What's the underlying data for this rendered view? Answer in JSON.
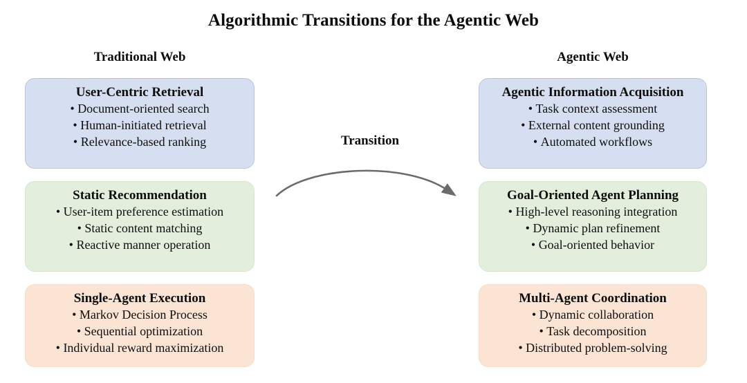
{
  "title": "Algorithmic Transitions for the Agentic Web",
  "columns": {
    "left_header": "Traditional Web",
    "right_header": "Agentic Web"
  },
  "transition": {
    "label": "Transition",
    "arrow_direction": "left-to-right",
    "arrow_color": "#6b6b6b"
  },
  "palette": {
    "blue_fill": "#d6dff1",
    "blue_border": "#b7c5e2",
    "green_fill": "#e4eedc",
    "green_border": "#d7e6cb",
    "orange_fill": "#fbe4d3",
    "orange_border": "#f8dcc6",
    "text": "#0d0d0d",
    "background": "#ffffff"
  },
  "rows": [
    {
      "tone": "blue",
      "left": {
        "title": "User-Centric Retrieval",
        "items": [
          "Document-oriented search",
          "Human-initiated retrieval",
          "Relevance-based ranking"
        ]
      },
      "right": {
        "title": "Agentic Information Acquisition",
        "items": [
          "Task context assessment",
          "External content grounding",
          "Automated workflows"
        ]
      }
    },
    {
      "tone": "green",
      "left": {
        "title": "Static Recommendation",
        "items": [
          "User-item preference estimation",
          "Static content matching",
          "Reactive manner operation"
        ]
      },
      "right": {
        "title": "Goal-Oriented Agent Planning",
        "items": [
          "High-level reasoning integration",
          "Dynamic plan refinement",
          "Goal-oriented behavior"
        ]
      }
    },
    {
      "tone": "orange",
      "left": {
        "title": "Single-Agent Execution",
        "items": [
          "Markov Decision Process",
          "Sequential optimization",
          "Individual reward maximization"
        ]
      },
      "right": {
        "title": "Multi-Agent Coordination",
        "items": [
          "Dynamic collaboration",
          "Task decomposition",
          "Distributed problem-solving"
        ]
      }
    }
  ]
}
